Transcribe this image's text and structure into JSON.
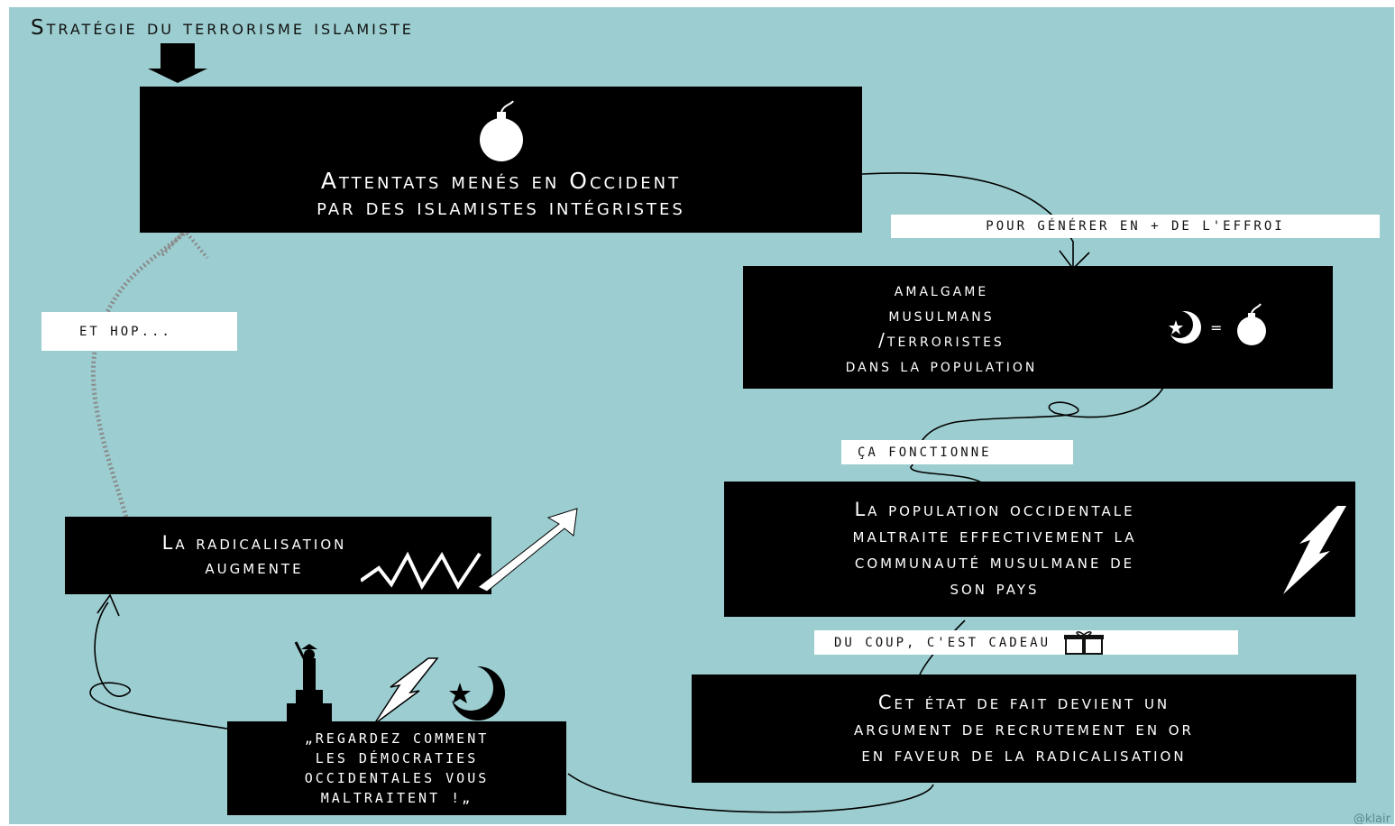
{
  "title": "Stratégie du terrorisme islamiste",
  "boxes": {
    "attentats": [
      "Attentats menés en Occident",
      "par des islamistes intégristes"
    ],
    "amalgame": [
      "amalgame",
      "musulmans",
      "/terroristes",
      "dans la population"
    ],
    "population": [
      "La population occidentale",
      "maltraite effectivement la",
      "communauté musulmane de",
      "son pays"
    ],
    "argument": [
      "Cet état de fait devient un",
      "argument de recrutement en or",
      "en faveur de la radicalisation"
    ],
    "regardez": [
      "„Regardez comment",
      "les démocraties",
      "occidentales vous",
      "maltraitent !„"
    ],
    "radicalisation": [
      "La radicalisation",
      "augmente"
    ]
  },
  "labels": {
    "effroi": "pour générer en + de l'effroi",
    "fonctionne": "ça fonctionne",
    "cadeau": "du coup, c'est cadeau",
    "hop": "et hop..."
  },
  "icons": [
    "bomb-icon",
    "crescent-star-icon",
    "lightning-icon",
    "gift-icon",
    "statue-of-liberty-icon",
    "rising-arrow-icon"
  ],
  "colors": {
    "background": "#9ccdd0",
    "box": "#000000",
    "label": "#ffffff"
  },
  "credit": "@klair"
}
